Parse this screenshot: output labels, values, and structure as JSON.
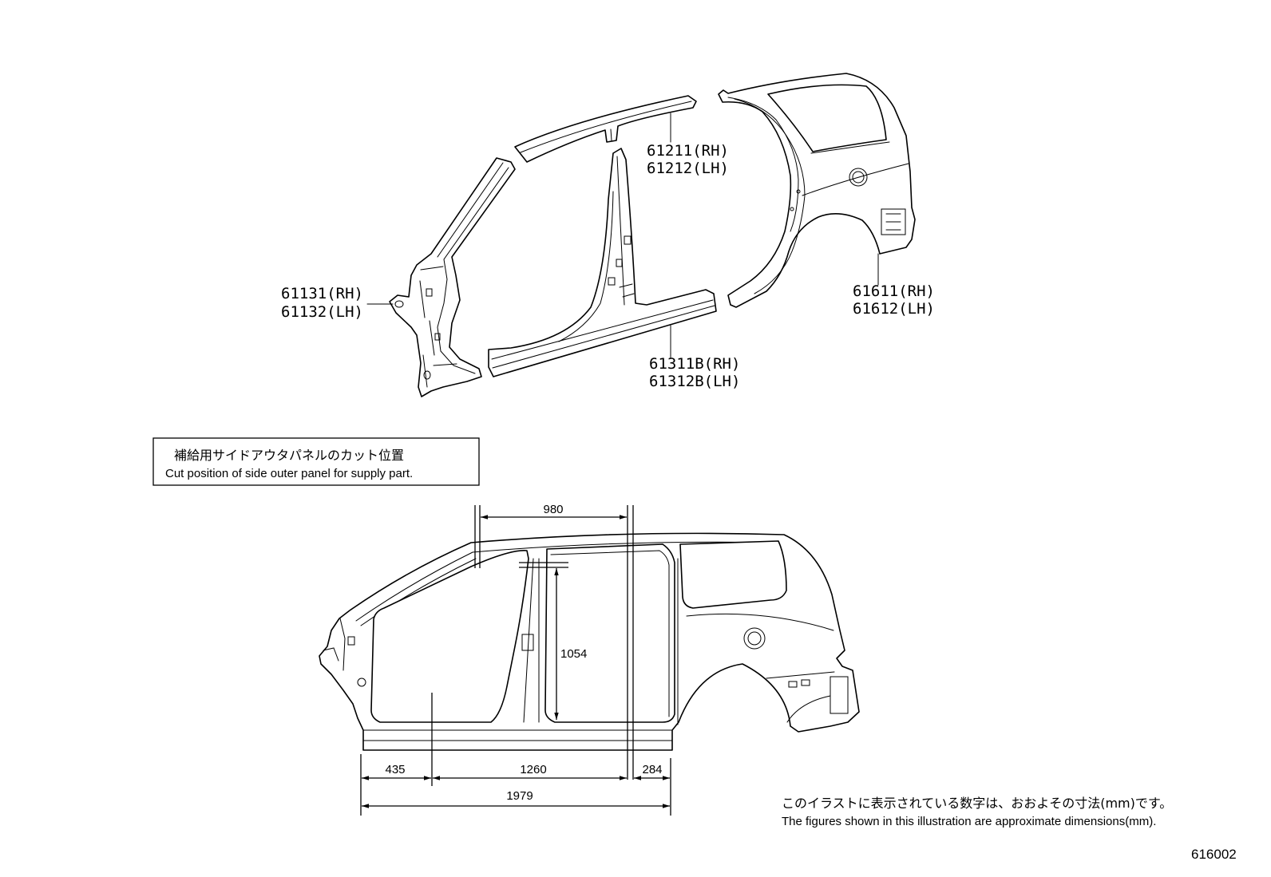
{
  "parts": {
    "roof_rail": {
      "rh": "61211(RH)",
      "lh": "61212(LH)"
    },
    "front_pillar": {
      "rh": "61131(RH)",
      "lh": "61132(LH)"
    },
    "quarter_panel": {
      "rh": "61611(RH)",
      "lh": "61612(LH)"
    },
    "rocker_panel": {
      "rh": "61311B(RH)",
      "lh": "61312B(LH)"
    }
  },
  "caption_box": {
    "ja": "補給用サイドアウタパネルのカット位置",
    "en": "Cut position of side outer panel for supply part."
  },
  "dimensions": {
    "roof_cut": "980",
    "pillar": "1054",
    "front": "435",
    "middle": "1260",
    "rear": "284",
    "total": "1979"
  },
  "note": {
    "ja": "このイラストに表示されている数字は、おおよその寸法(mm)です。",
    "en": "The figures shown in this illustration are approximate dimensions(mm)."
  },
  "figure_number": "616002"
}
